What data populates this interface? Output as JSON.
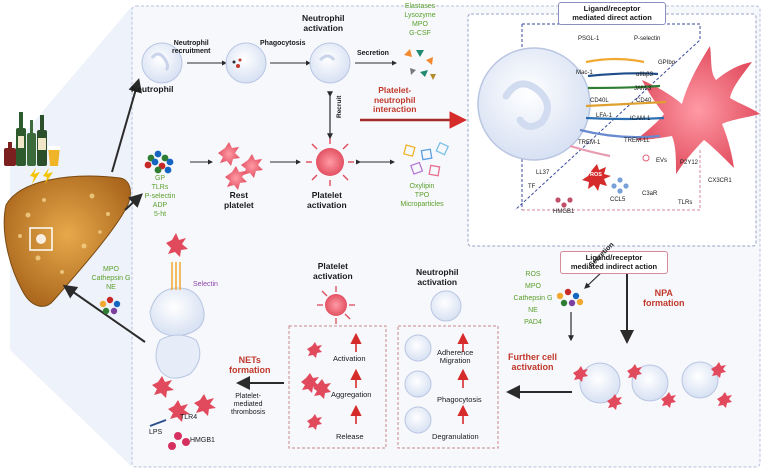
{
  "top_row": {
    "neutrophil": "Neutrophil",
    "neutrophil_recruitment": "Neutrophil\nrecruitment",
    "phagocytosis": "Phagocytosis",
    "neutrophil_activation": "Neutrophil\nactivation",
    "secretion": "Secretion",
    "secreted_factors": [
      "Elastases",
      "Lysozyme",
      "MPO",
      "G-CSF"
    ]
  },
  "middle_row": {
    "platelet_ligands": [
      "GP",
      "TLRs",
      "P-selectin",
      "ADP",
      "5-ht"
    ],
    "rest_platelet": "Rest\nplatelet",
    "platelet_activation": "Platelet\nactivation",
    "platelet_products": [
      "Oxylipin",
      "TPO",
      "Microparticles"
    ],
    "recruit": "Recruit",
    "interaction": "Platelet-\nneutrophil\ninteraction"
  },
  "detail_box": {
    "direct_title": "Ligand/receptor\nmediated direct action",
    "indirect_title": "Ligand/receptor\nmediated indirect action",
    "receptors": [
      "PSGL-1",
      "P-selectin",
      "GPIbα",
      "Mac-1",
      "αIIbβ3",
      "JAM-3",
      "CD40L",
      "CD40",
      "LFA-1",
      "ICAM-1",
      "TREM-1",
      "TREM-1L"
    ],
    "mediators": [
      "LL37",
      "TF",
      "ROS",
      "HMGB1",
      "CCL5",
      "EVs",
      "C3aR",
      "P2Y12",
      "TLRs",
      "CX3CR1"
    ]
  },
  "bottom_right": {
    "secretion": "Secretion",
    "factors": [
      "ROS",
      "MPO",
      "Cathepsin G",
      "NE",
      "PAD4"
    ],
    "npa_formation": "NPA\nformation",
    "further_activation": "Further cell\nactivation"
  },
  "bottom_middle": {
    "platelet_activation": "Platelet\nactivation",
    "neutrophil_activation": "Neutrophil\nactivation",
    "platelet_steps": [
      "Activation",
      "Aggregation",
      "Release"
    ],
    "neutrophil_steps": [
      "Adherence\nMigration",
      "Phagocytosis",
      "Degranulation"
    ]
  },
  "bottom_left": {
    "nets_formation": "NETs\nformation",
    "liver_factors": [
      "MPO",
      "Cathepsin G",
      "NE"
    ],
    "selectin": "Selectin",
    "tlr4": "TLR4",
    "lps": "LPS",
    "hmgb1": "HMGB1",
    "thrombosis": "Platelet-\nmediated\nthrombosis"
  },
  "colors": {
    "green_label": "#5aa02c",
    "red_label": "#c0392b",
    "neutrophil_fill": "#e6edf8",
    "platelet_fill": "#e8606e",
    "liver_fill": "#c98a2c",
    "box_border": "#3b4a9c",
    "panel_bg": "#f6f7fb"
  }
}
